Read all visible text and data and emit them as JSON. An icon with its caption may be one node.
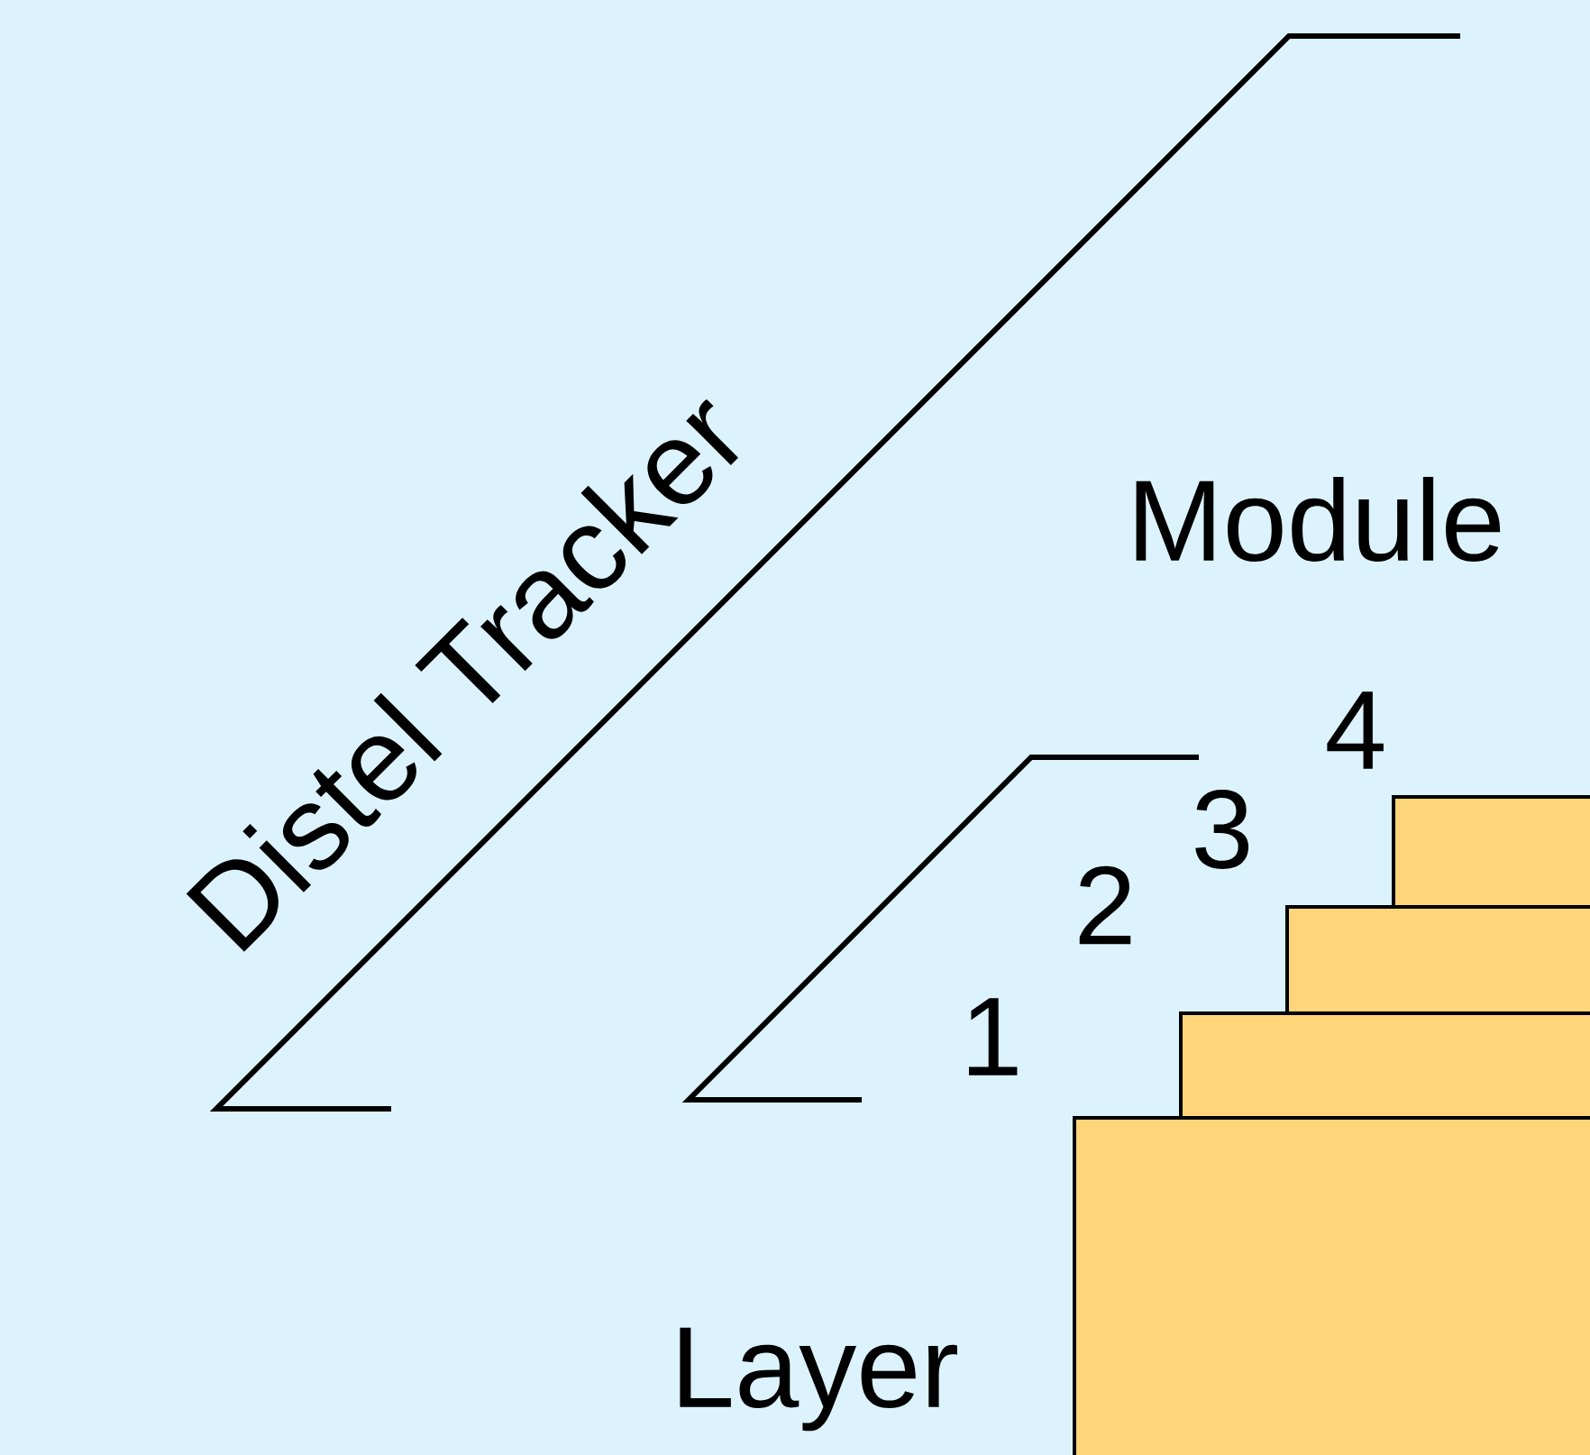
{
  "diagram": {
    "labels": [
      "Distel Tracker",
      "Module",
      "4",
      "3",
      "2",
      "1",
      "Layer"
    ]
  }
}
